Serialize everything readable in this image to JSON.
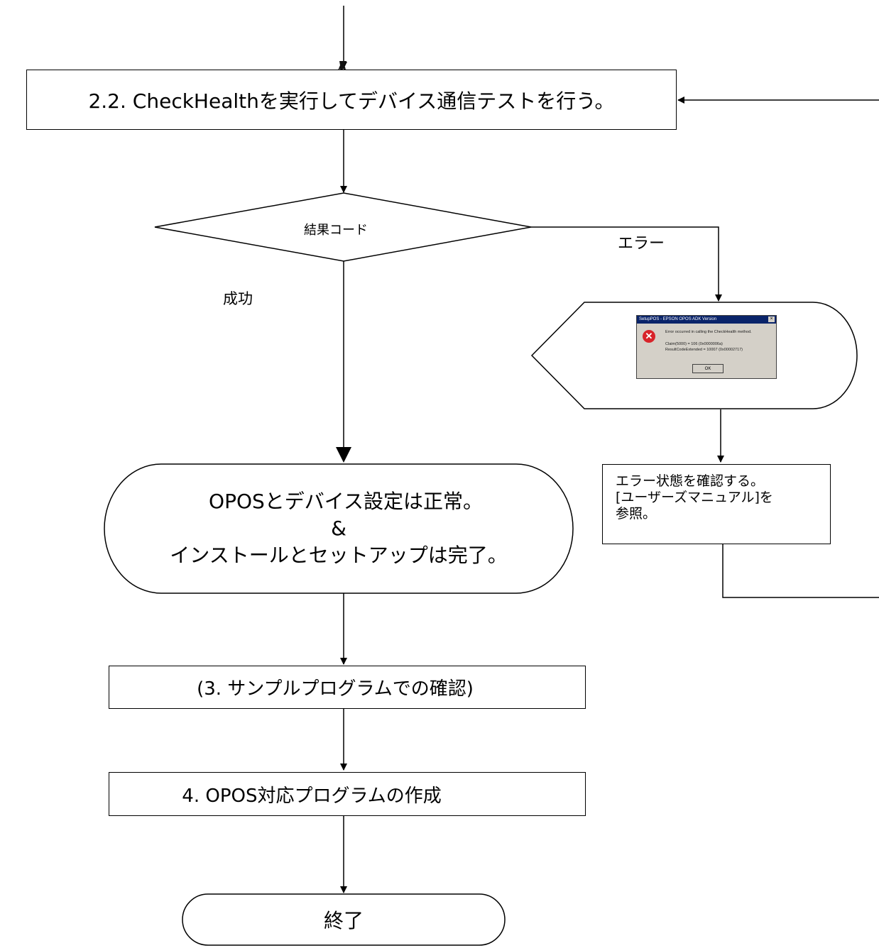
{
  "steps": {
    "checkhealth": "2.2. CheckHealthを実行してデバイス通信テストを行う。",
    "decision": "結果コード",
    "error_branch": "エラー",
    "success_branch": "成功",
    "ok_line1": "OPOSとデバイス設定は正常。",
    "ok_line2": "&",
    "ok_line3": "インストールとセットアップは完了。",
    "error_line1": "エラー状態を確認する。",
    "error_line2": "[ユーザーズマニュアル]を",
    "error_line3": "参照。",
    "sample": "(3. サンプルプログラムでの確認)",
    "create": "4. OPOS対応プログラムの作成",
    "end": "終了"
  },
  "dialog": {
    "title": "SetupPOS - EPSON OPOS ADK Version",
    "close": "×",
    "message": "Error occurred in calling the CheckHealth method.",
    "claim": "Claim(5000) = 106 (0x0000006a)",
    "result": "ResultCodeExtended = 10007 (0x00002717)",
    "ok": "OK"
  }
}
